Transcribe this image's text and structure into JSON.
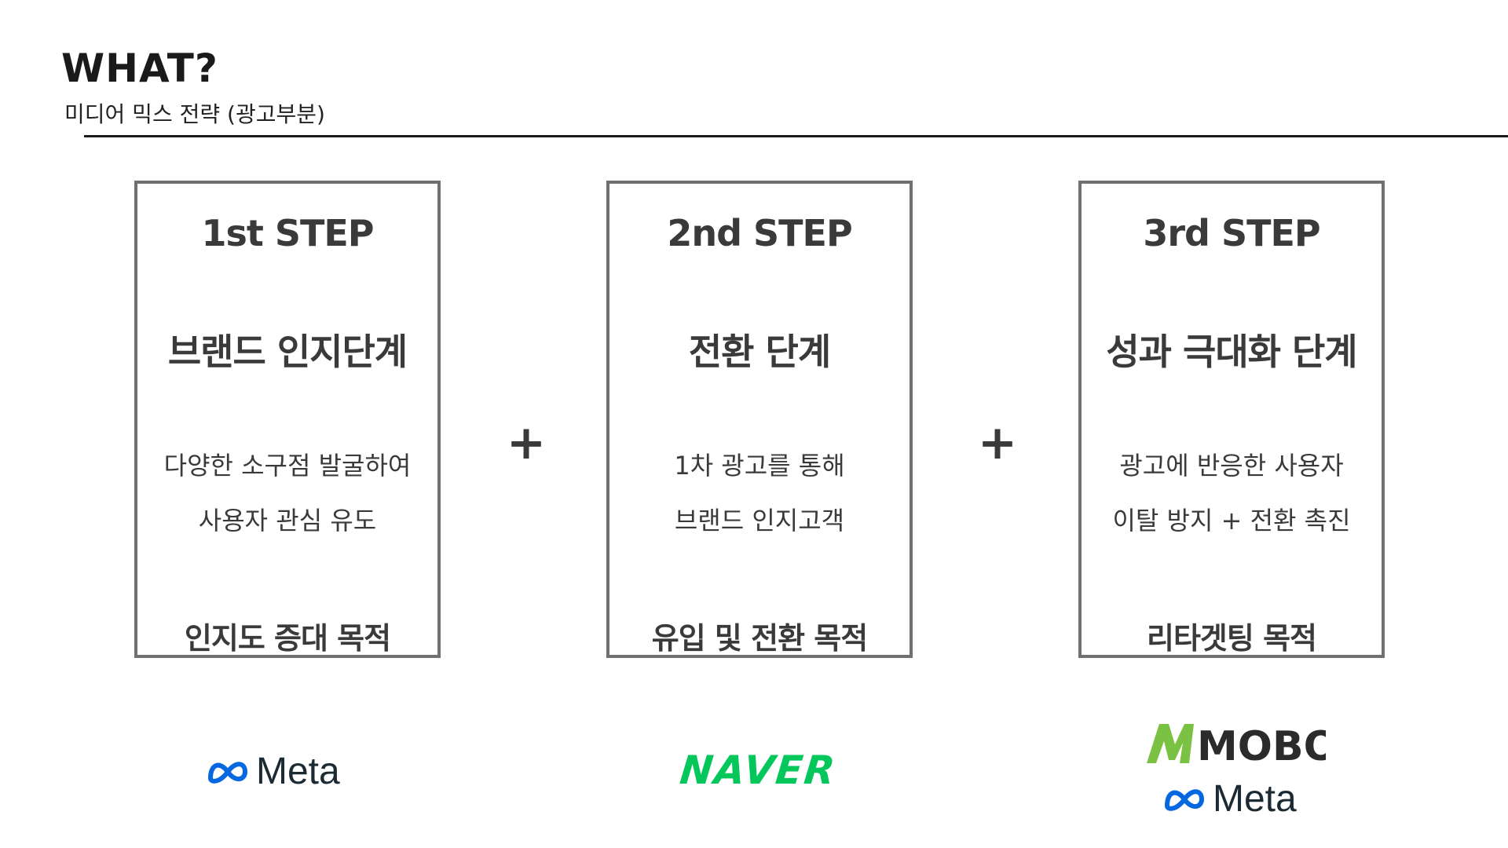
{
  "header": {
    "title": "WHAT?",
    "subtitle": "미디어 믹스 전략 (광고부분)"
  },
  "steps": [
    {
      "step": "1st STEP",
      "stage": "브랜드 인지단계",
      "desc_line1": "다양한 소구점 발굴하여",
      "desc_line2": "사용자 관심 유도",
      "goal": "인지도 증대 목적"
    },
    {
      "step": "2nd STEP",
      "stage": "전환 단계",
      "desc_line1": "1차 광고를 통해",
      "desc_line2": "브랜드 인지고객",
      "goal": "유입 및 전환 목적"
    },
    {
      "step": "3rd STEP",
      "stage": "성과 극대화 단계",
      "desc_line1": "광고에 반응한 사용자",
      "desc_line2": "이탈 방지 + 전환 촉진",
      "goal": "리타겟팅 목적"
    }
  ],
  "connectors": [
    "+",
    "+"
  ],
  "logos": {
    "meta": "Meta",
    "naver": "NAVER",
    "mobon": "MOBON"
  },
  "colors": {
    "card_border": "#707070",
    "text": "#3a3a3a",
    "naver_green": "#03c75a",
    "meta_blue": "#0668e1",
    "mobon_green": "#7bc143"
  }
}
